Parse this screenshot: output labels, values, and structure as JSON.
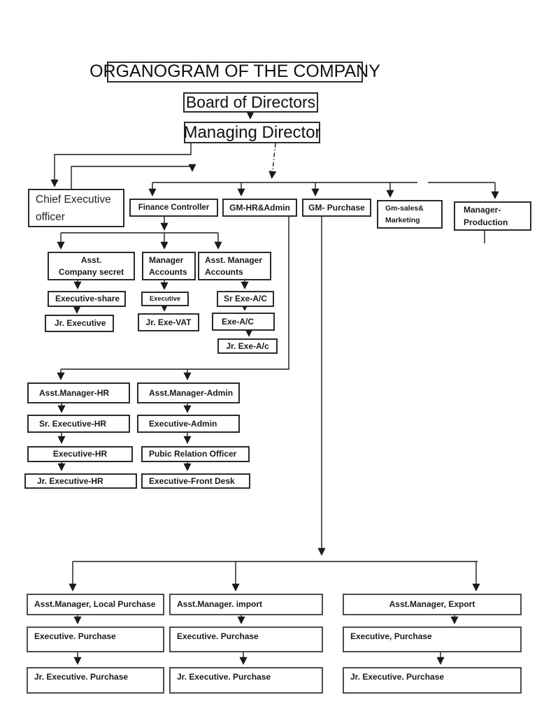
{
  "title": "ORGANOGRAM OF THE COMPANY",
  "nodes": {
    "board": {
      "label": "Board of Directors"
    },
    "managing_director": {
      "label": "Managing Director"
    },
    "ceo": {
      "line1": "Chief Executive",
      "line2": "officer"
    },
    "finance_controller": {
      "label": "Finance Controller"
    },
    "gm_hr_admin": {
      "label": "GM-HR&Admin"
    },
    "gm_purchase": {
      "label": "GM- Purchase"
    },
    "gm_sales_marketing": {
      "line1": "Gm-sales&",
      "line2": "Marketing"
    },
    "manager_production": {
      "line1": "Manager-",
      "line2": "Production"
    },
    "asst_company_secret": {
      "line1": "Asst.",
      "line2": "Company secret"
    },
    "manager_accounts": {
      "line1": "Manager",
      "line2": "Accounts"
    },
    "asst_manager_accounts": {
      "line1": "Asst. Manager",
      "line2": "Accounts"
    },
    "executive_share": {
      "label": "Executive-share"
    },
    "executive": {
      "label": "Executive"
    },
    "sr_exe_ac": {
      "label": "Sr Exe-A/C"
    },
    "jr_executive": {
      "label": "Jr. Executive"
    },
    "jr_exe_vat": {
      "label": "Jr. Exe-VAT"
    },
    "exe_ac": {
      "label": "Exe-A/C"
    },
    "jr_exe_ac": {
      "label": "Jr. Exe-A/c"
    },
    "asst_manager_hr": {
      "label": "Asst.Manager-HR"
    },
    "asst_manager_admin": {
      "label": "Asst.Manager-Admin"
    },
    "sr_executive_hr": {
      "label": "Sr. Executive-HR"
    },
    "executive_admin": {
      "label": "Executive-Admin"
    },
    "executive_hr": {
      "label": "Executive-HR"
    },
    "public_relation_officer": {
      "label": "Pubic Relation Officer"
    },
    "jr_executive_hr": {
      "label": "Jr. Executive-HR"
    },
    "executive_front_desk": {
      "label": "Executive-Front Desk"
    },
    "asst_manager_local_purchase": {
      "label": "Asst.Manager, Local Purchase"
    },
    "asst_manager_import": {
      "label": "Asst.Manager. import"
    },
    "asst_manager_export": {
      "label": "Asst.Manager, Export"
    },
    "executive_purchase_local": {
      "label": "Executive. Purchase"
    },
    "executive_purchase_import": {
      "label": "Executive. Purchase"
    },
    "executive_purchase_export": {
      "label": "Executive, Purchase"
    },
    "jr_executive_purchase_local": {
      "label": "Jr. Executive. Purchase"
    },
    "jr_executive_purchase_import": {
      "label": "Jr. Executive. Purchase"
    },
    "jr_executive_purchase_export": {
      "label": "Jr. Executive. Purchase"
    }
  },
  "colors": {
    "ink": "#1a1a1a",
    "box_border": "#2b2b2b",
    "shadow_border": "#4d4d4d"
  }
}
